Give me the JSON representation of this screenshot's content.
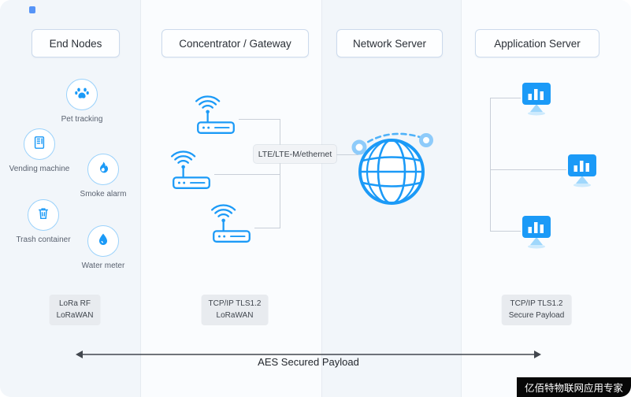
{
  "headers": {
    "end_nodes": "End Nodes",
    "gateway": "Concentrator / Gateway",
    "network_server": "Network Server",
    "app_server": "Application Server"
  },
  "end_nodes": {
    "items": [
      {
        "icon": "paw-icon",
        "label": "Pet tracking"
      },
      {
        "icon": "vending-machine-icon",
        "label": "Vending machine"
      },
      {
        "icon": "flame-icon",
        "label": "Smoke alarm"
      },
      {
        "icon": "trash-icon",
        "label": "Trash container"
      },
      {
        "icon": "water-drop-icon",
        "label": "Water meter"
      }
    ]
  },
  "link_label": "LTE/LTE-M/ethernet",
  "protocol_boxes": [
    {
      "line1": "LoRa RF",
      "line2": "LoRaWAN"
    },
    {
      "line1": "TCP/IP TLS1.2",
      "line2": "LoRaWAN"
    },
    {
      "line1": "TCP/IP TLS1.2",
      "line2": "Secure Payload"
    }
  ],
  "footer": {
    "arrow_label": "AES Secured Payload"
  },
  "watermark": "亿佰特物联网应用专家",
  "colors": {
    "accent": "#1b9af7",
    "light_blue": "#9bd2fb",
    "line": "#c9cfd8"
  }
}
